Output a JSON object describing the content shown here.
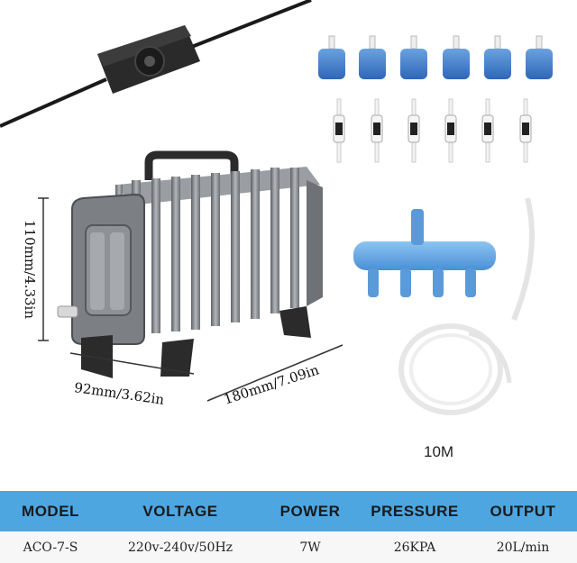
{
  "product": {
    "dimensions": {
      "height": "110mm/4.33in",
      "width": "92mm/3.62in",
      "length": "180mm/7.09in"
    },
    "tubing_length": "10M"
  },
  "specs": {
    "headers": [
      "MODEL",
      "VOLTAGE",
      "POWER",
      "PRESSURE",
      "OUTPUT"
    ],
    "values": [
      "ACO-7-S",
      "220v-240v/50Hz",
      "7W",
      "26KPA",
      "20L/min"
    ]
  },
  "colors": {
    "header_bg": "#4da6e0",
    "accessory_blue": "#5a9ad8",
    "pump_gray": "#8a8d92"
  }
}
